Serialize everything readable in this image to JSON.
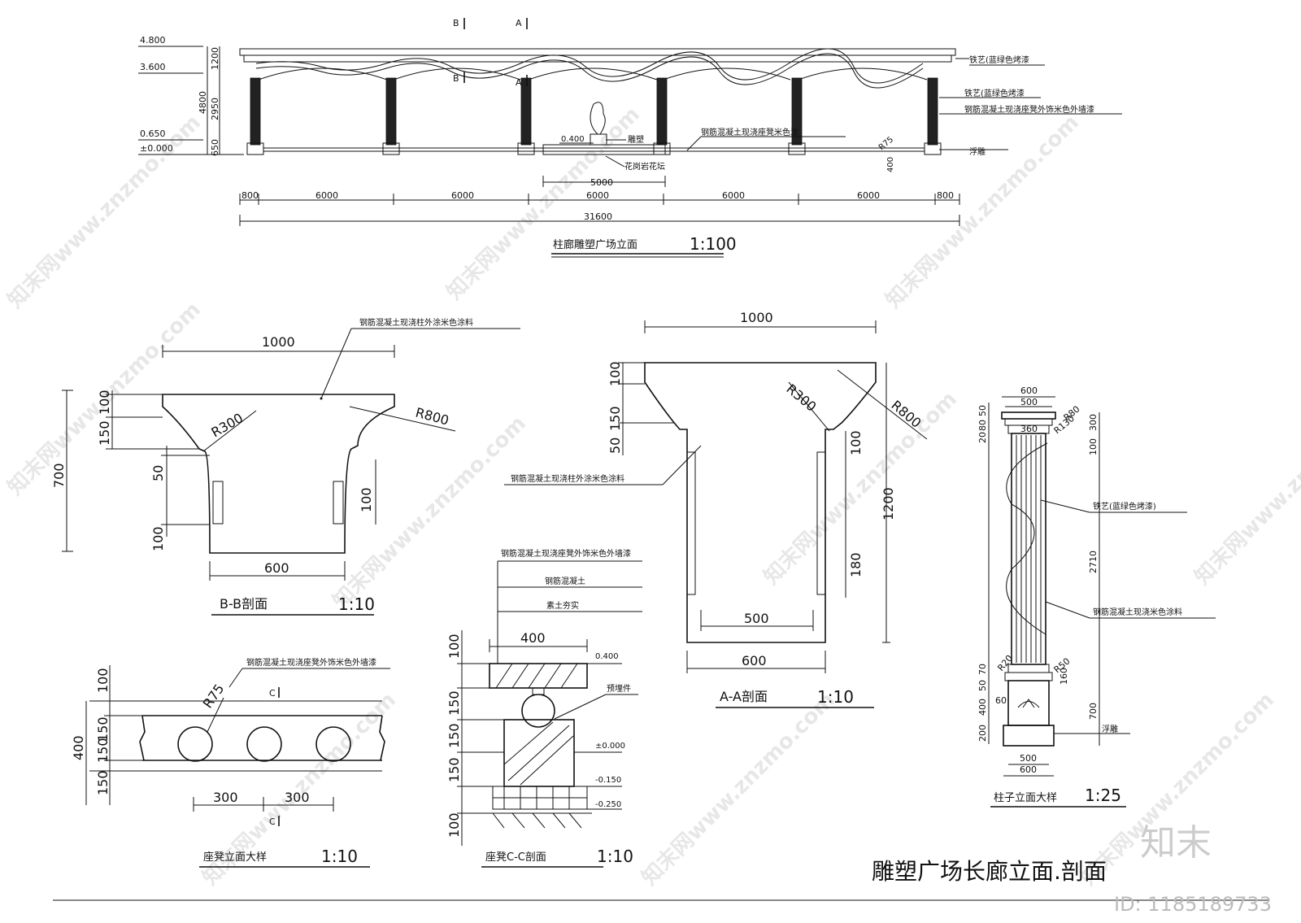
{
  "sheet": {
    "main_title": "雕塑广场长廊立面.剖面",
    "id_label": "ID: 1185189733",
    "brand": "知末"
  },
  "elevation": {
    "title": "柱廊雕塑广场立面",
    "scale": "1:100",
    "levels": [
      "4.800",
      "3.600",
      "0.650",
      "±0.000"
    ],
    "vert_dims": [
      "1200",
      "2950",
      "650",
      "4800"
    ],
    "spans": [
      "800",
      "6000",
      "6000",
      "6000",
      "6000",
      "6000",
      "800"
    ],
    "total": "31600",
    "sub_dim": "5000",
    "section_marks": [
      "B",
      "A",
      "B",
      "A"
    ],
    "sculpture_level": "0.400",
    "radius": "R75",
    "depth": "400",
    "notes": [
      "铁艺(蓝绿色烤漆",
      "铁艺(蓝绿色烤漆",
      "钢筋混凝土现浇座凳外饰米色外墙漆",
      "浮雕",
      "雕塑",
      "花岗岩花坛",
      "钢筋混凝土现浇座凳米色涂"
    ]
  },
  "bb": {
    "title": "B-B剖面",
    "scale": "1:10",
    "top_width": "1000",
    "bottom_width": "600",
    "r1": "R300",
    "r2": "R800",
    "left_dims": [
      "100",
      "150",
      "50",
      "100"
    ],
    "outer_dim": "700",
    "right_dim": "100",
    "note": "钢筋混凝土现浇柱外涂米色涂料"
  },
  "aa": {
    "title": "A-A剖面",
    "scale": "1:10",
    "top_width": "1000",
    "inner_width": "500",
    "bottom_width": "600",
    "r1": "R300",
    "r2": "R800",
    "left_dims": [
      "100",
      "150",
      "50"
    ],
    "height": "1200",
    "right_dims": [
      "100",
      "180"
    ],
    "note": "钢筋混凝土现浇柱外涂米色涂料"
  },
  "bench": {
    "title": "座凳立面大样",
    "scale": "1:10",
    "radius": "R75",
    "left_dims": [
      "100",
      "150",
      "150",
      "150"
    ],
    "outer_dim": "400",
    "bottom_dims": [
      "300",
      "300"
    ],
    "section_marks": [
      "C",
      "C"
    ],
    "note": "钢筋混凝土现浇座凳外饰米色外墙漆"
  },
  "cc": {
    "title": "座凳C-C剖面",
    "scale": "1:10",
    "width": "400",
    "levels": [
      "0.400",
      "±0.000",
      "-0.150",
      "-0.250"
    ],
    "left_dims": [
      "100",
      "150",
      "150",
      "150",
      "100"
    ],
    "notes": [
      "钢筋混凝土现浇座凳外饰米色外墙漆",
      "钢筋混凝土",
      "素土夯实",
      "预埋件"
    ]
  },
  "column": {
    "title": "柱子立面大样",
    "scale": "1:25",
    "top_dims": [
      "600",
      "500",
      "360"
    ],
    "radii": [
      "R80",
      "R130",
      "R20",
      "R50"
    ],
    "left_dims": [
      "50",
      "80",
      "20",
      "70",
      "50",
      "400",
      "200",
      "60"
    ],
    "right_dims": [
      "300",
      "100",
      "2710",
      "160",
      "700"
    ],
    "bottom_dims": [
      "500",
      "600"
    ],
    "notes": [
      "铁艺(蓝绿色烤漆)",
      "钢筋混凝土现浇米色涂料",
      "浮雕"
    ]
  },
  "watermark": "知末网www.znzmo.com"
}
